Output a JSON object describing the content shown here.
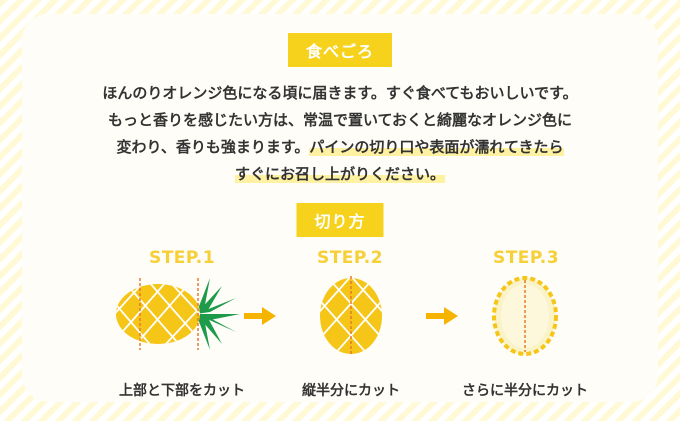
{
  "section1": {
    "title": "食べごろ",
    "lines": [
      "ほんのりオレンジ色になる頃に届きます。すぐ食べてもおいしいです。",
      "もっと香りを感じたい方は、常温で置いておくと綺麗なオレンジ色に",
      "変わり、香りも強まります。",
      "パインの切り口や表面が濡れてきたら",
      "すぐにお召し上がりください。"
    ]
  },
  "section2": {
    "title": "切り方",
    "steps": [
      {
        "label": "STEP.1",
        "caption": "上部と下部をカット"
      },
      {
        "label": "STEP.2",
        "caption": "縦半分にカット"
      },
      {
        "label": "STEP.3",
        "caption": "さらに半分にカット"
      }
    ]
  },
  "colors": {
    "accent": "#f6d21c",
    "step_text": "#f7cf37",
    "pineapple": "#f5c518",
    "leaf": "#1e9a4b",
    "arrow": "#f4b400",
    "cut_line": "#e87a2e"
  }
}
